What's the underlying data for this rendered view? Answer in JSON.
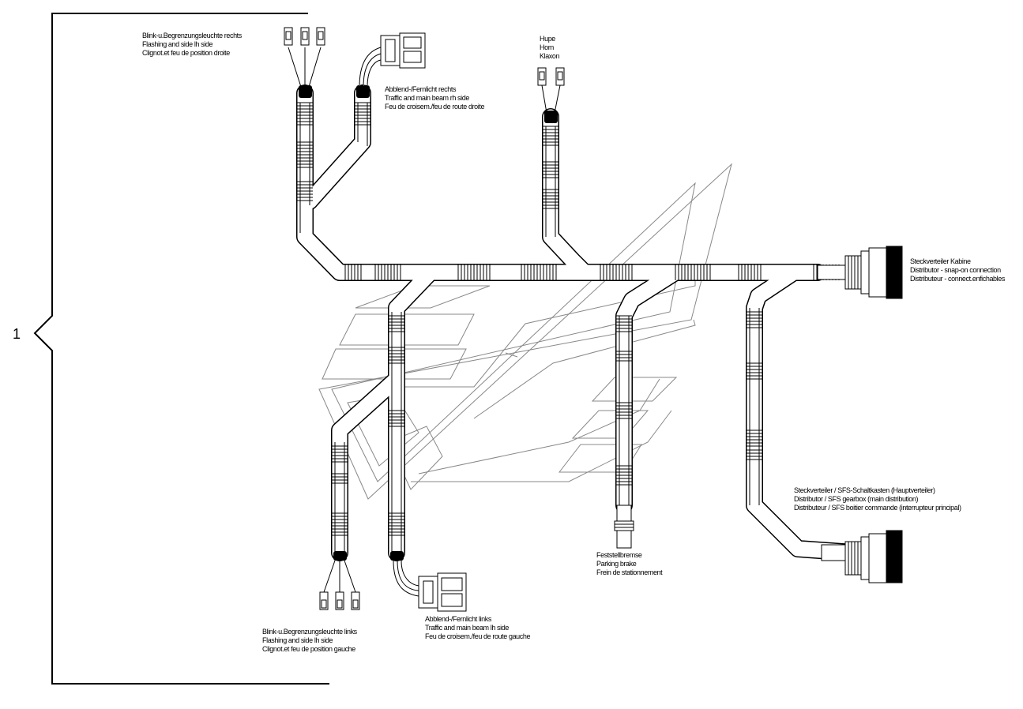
{
  "item_number": "1",
  "labels": {
    "front_right_flasher": [
      "Blink-u.Begrenzungsleuchte rechts",
      "Flashing and side lh side",
      "Clignot.et feu de position droite"
    ],
    "front_right_headlamp": [
      "Abblend-/Fernlicht rechts",
      "Traffic and main beam rh side",
      "Feu de croisem./feu de route droite"
    ],
    "horn": [
      "Hupe",
      "Horn",
      "Klaxon"
    ],
    "plug_distributor_cab": [
      "Steckverteiler Kabine",
      "Distributor - snap-on connection",
      "Distributeur - connect.enfichables"
    ],
    "main_distributor": [
      "Steckverteiler / SFS-Schaltkasten (Hauptverteiler)",
      "Distributor / SFS gearbox (main distribution)",
      "Distributeur / SFS boitier commande (interrupteur principal)"
    ],
    "parking_brake": [
      "Feststellbremse",
      "Parking brake",
      "Frein de stationnement"
    ],
    "front_left_flasher": [
      "Blink-u.Begrenzungsleuchte links",
      "Flashing and side lh side",
      "Clignot.et feu de position gauche"
    ],
    "front_left_headlamp": [
      "Abblend-/Fernlicht links",
      "Traffic and main beam lh side",
      "Feu de croisem./feu de route gauche"
    ]
  }
}
